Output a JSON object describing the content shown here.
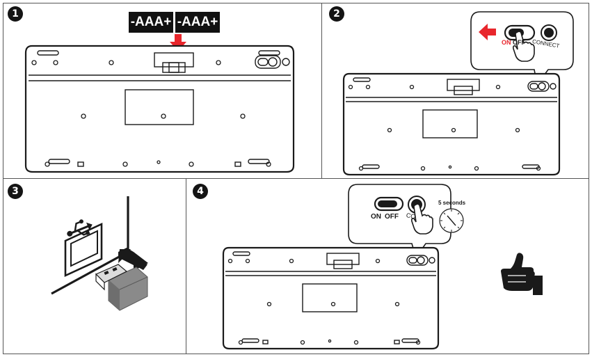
{
  "steps": [
    {
      "number": "1"
    },
    {
      "number": "2"
    },
    {
      "number": "3"
    },
    {
      "number": "4"
    }
  ],
  "battery": {
    "label_1": "-AAA+",
    "label_2": "-AAA+"
  },
  "switch": {
    "on": "ON",
    "off": "OFF",
    "connect": "CONNECT"
  },
  "timer": {
    "label": "5 seconds"
  },
  "colors": {
    "arrow": "#e8262c",
    "dark": "#1a1a1a",
    "usb_gray": "#8a8a8a",
    "on_red": "#e8262c"
  }
}
